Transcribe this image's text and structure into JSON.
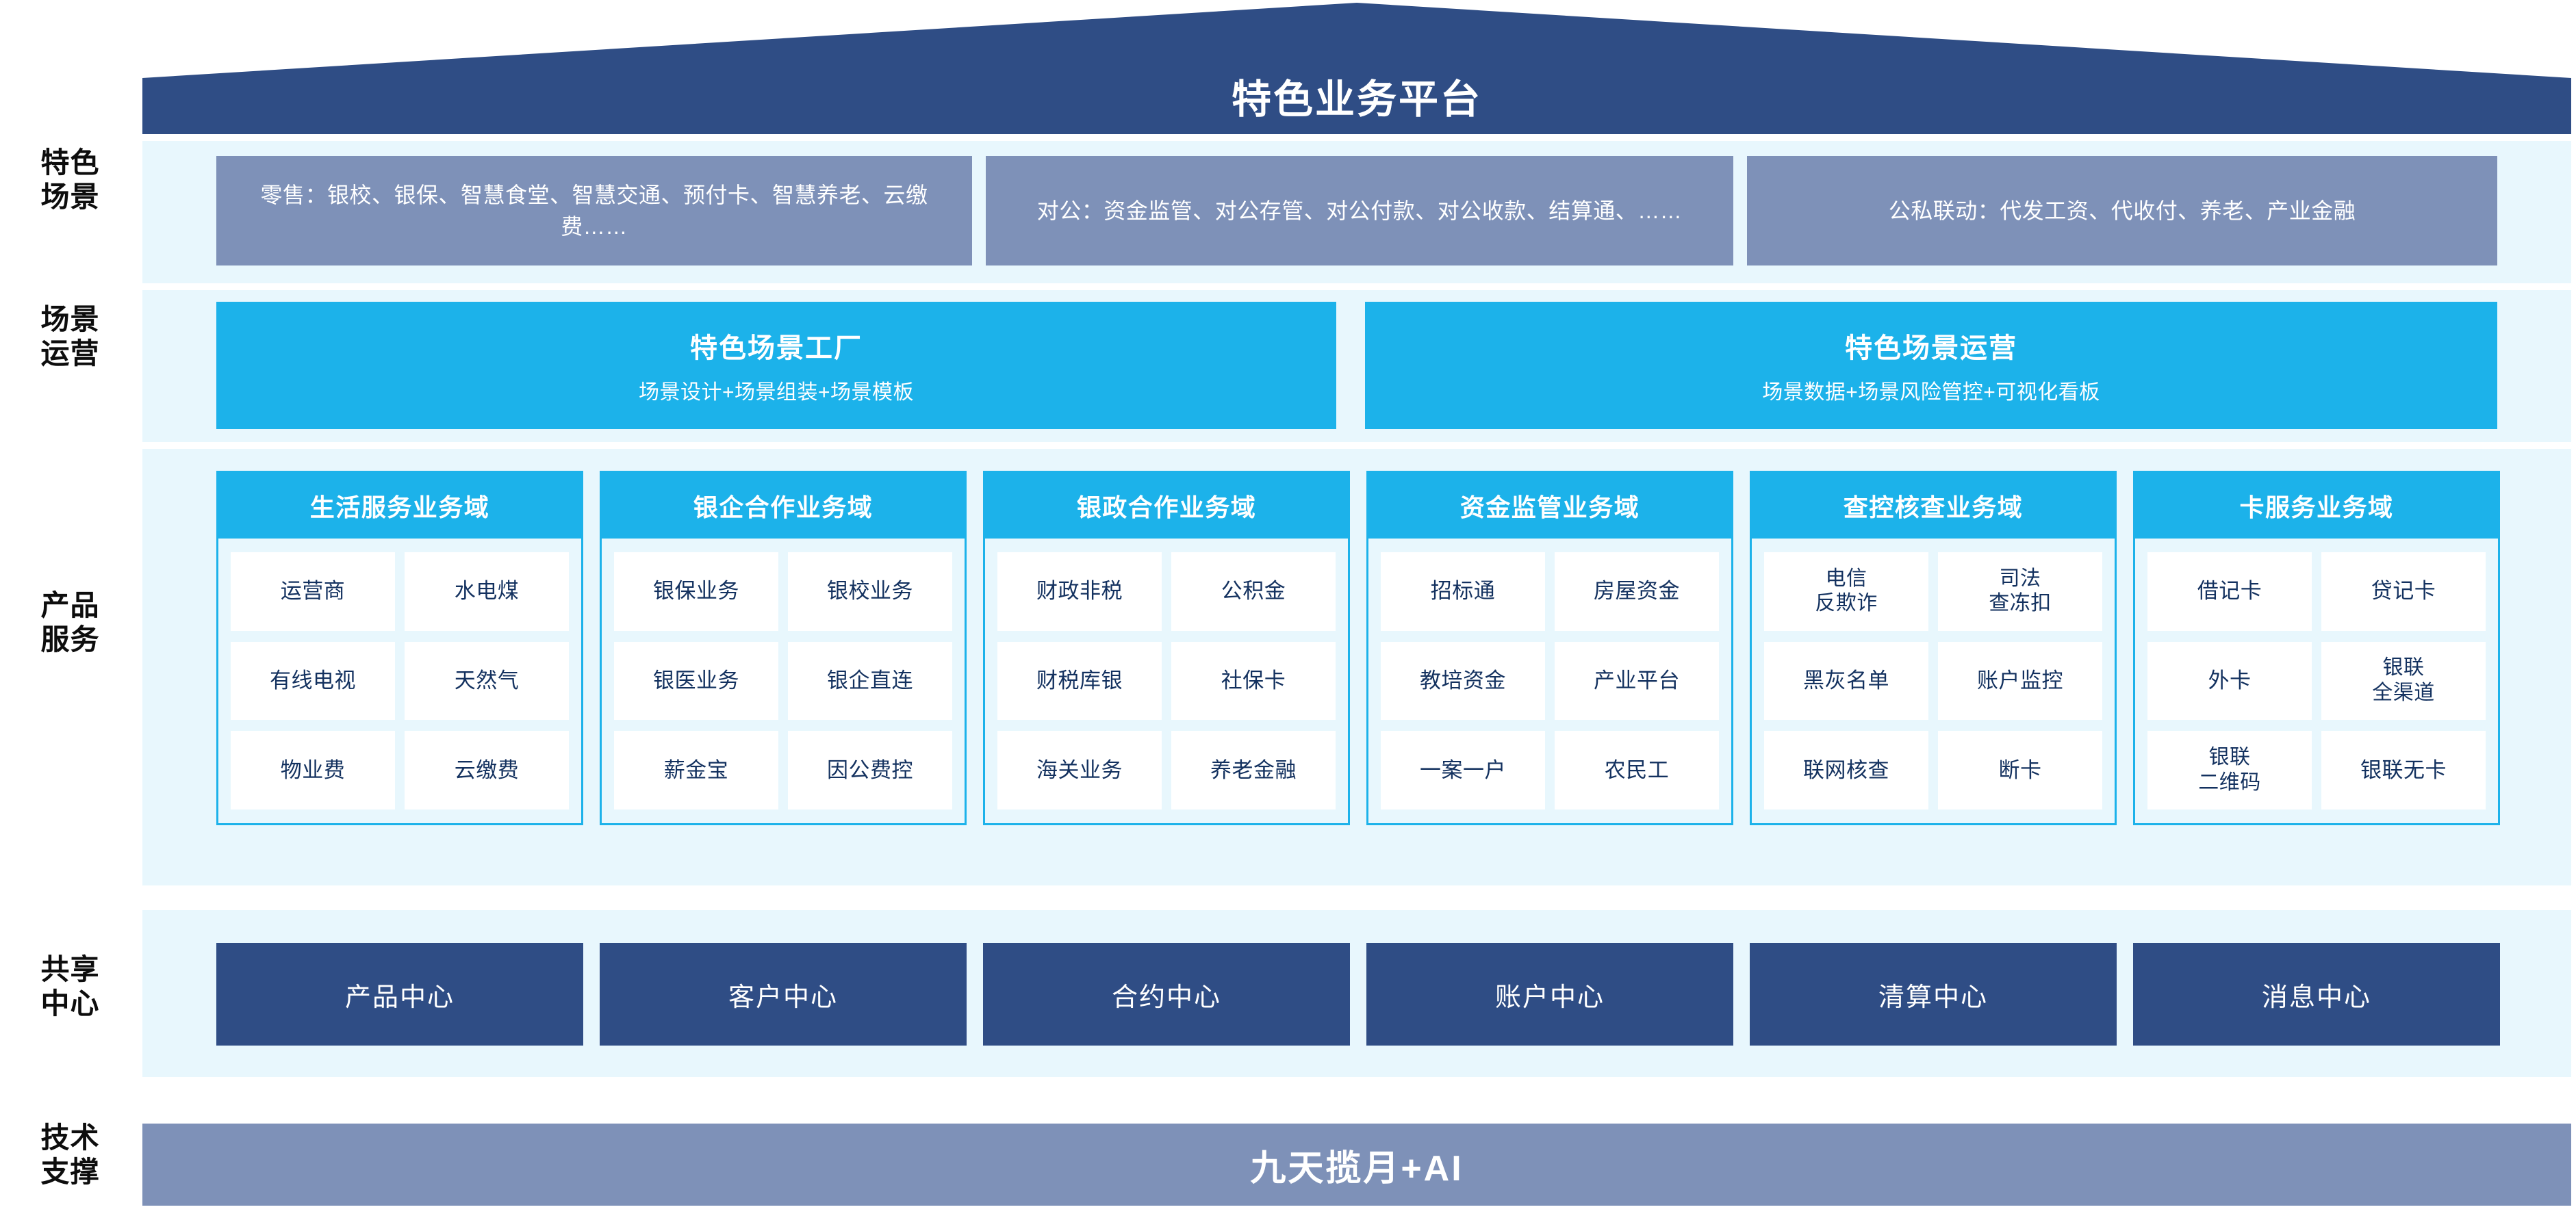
{
  "header": {
    "title": "特色业务平台",
    "roof_color": "#2f4d85"
  },
  "rail": {
    "labels": [
      {
        "line1": "特色",
        "line2": "场景"
      },
      {
        "line1": "场景",
        "line2": "运营"
      },
      {
        "line1": "产品",
        "line2": "服务"
      },
      {
        "line1": "共享",
        "line2": "中心"
      },
      {
        "line1": "技术",
        "line2": "支撑"
      }
    ]
  },
  "scenarios": {
    "boxes": [
      {
        "text": "零售：银校、银保、智慧食堂、智慧交通、预付卡、智慧养老、云缴费……"
      },
      {
        "text": "对公：资金监管、对公存管、对公付款、对公收款、结算通、……"
      },
      {
        "text": "公私联动：代发工资、代收付、养老、产业金融"
      }
    ],
    "box_color": "#7e91b8"
  },
  "operations": {
    "boxes": [
      {
        "title": "特色场景工厂",
        "subtitle": "场景设计+场景组装+场景模板"
      },
      {
        "title": "特色场景运营",
        "subtitle": "场景数据+场景风险管控+可视化看板"
      }
    ],
    "box_color": "#1cb2ea"
  },
  "product_service": {
    "accent_color": "#1cb2ea",
    "domains": [
      {
        "title": "生活服务业务域",
        "items": [
          "运营商",
          "水电煤",
          "有线电视",
          "天然气",
          "物业费",
          "云缴费"
        ]
      },
      {
        "title": "银企合作业务域",
        "items": [
          "银保业务",
          "银校业务",
          "银医业务",
          "银企直连",
          "薪金宝",
          "因公费控"
        ]
      },
      {
        "title": "银政合作业务域",
        "items": [
          "财政非税",
          "公积金",
          "财税库银",
          "社保卡",
          "海关业务",
          "养老金融"
        ]
      },
      {
        "title": "资金监管业务域",
        "items": [
          "招标通",
          "房屋资金",
          "教培资金",
          "产业平台",
          "一案一户",
          "农民工"
        ]
      },
      {
        "title": "查控核查业务域",
        "items": [
          "电信\n反欺诈",
          "司法\n查冻扣",
          "黑灰名单",
          "账户监控",
          "联网核查",
          "断卡"
        ]
      },
      {
        "title": "卡服务业务域",
        "items": [
          "借记卡",
          "贷记卡",
          "外卡",
          "银联\n全渠道",
          "银联\n二维码",
          "银联无卡"
        ]
      }
    ]
  },
  "shared_centers": {
    "box_color": "#2f4d85",
    "items": [
      "产品中心",
      "客户中心",
      "合约中心",
      "账户中心",
      "清算中心",
      "消息中心"
    ]
  },
  "tech_support": {
    "label": "九天揽月+AI",
    "bar_color": "#7e91b8"
  }
}
